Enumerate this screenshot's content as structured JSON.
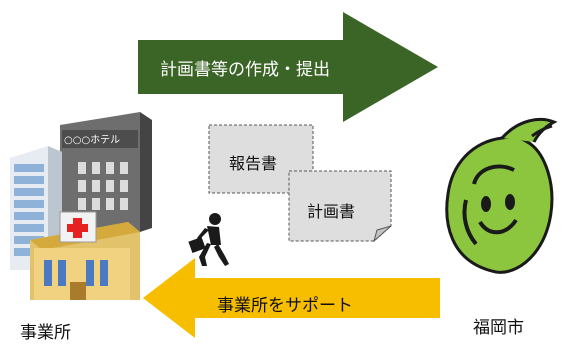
{
  "top_arrow": {
    "label": "計画書等の作成・提出",
    "color": "#3b6526",
    "text_color": "#ffffff"
  },
  "bottom_arrow": {
    "label": "事業所をサポート",
    "color": "#f7be00",
    "text_color": "#111111"
  },
  "documents": {
    "report": "報告書",
    "plan": "計画書"
  },
  "hotel_sign": "○○○ホテル",
  "captions": {
    "business": "事業所",
    "city": "福岡市"
  },
  "colors": {
    "mascot_green": "#8cc63f",
    "mascot_outline": "#1a1a1a"
  }
}
